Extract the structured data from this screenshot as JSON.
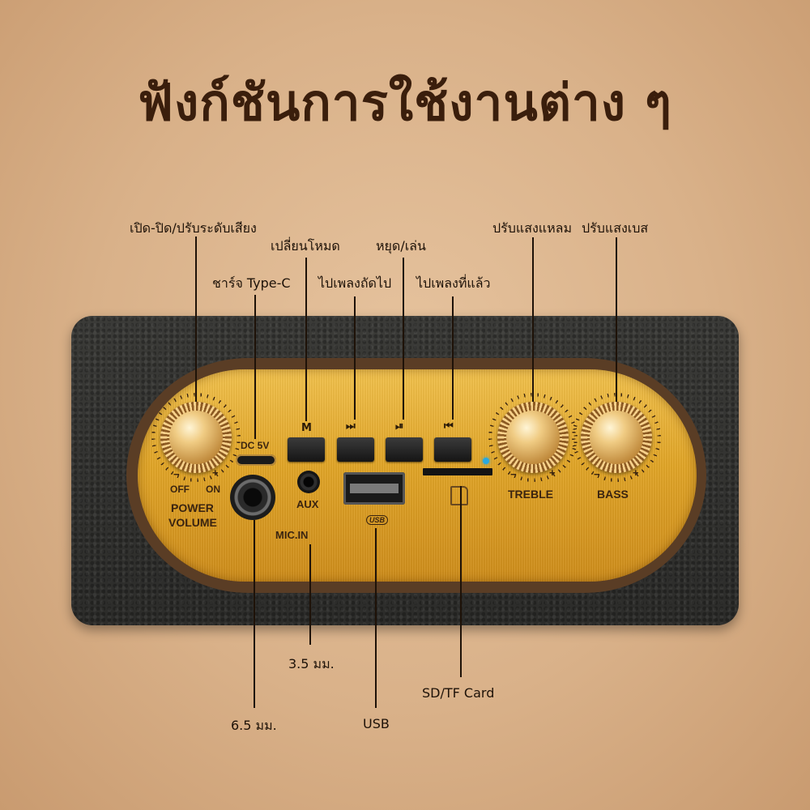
{
  "title": "ฟังก์ชันการใช้งานต่าง ๆ",
  "callouts": {
    "power_volume": "เปิด-ปิด/ปรับระดับเสียง",
    "mode": "เปลี่ยนโหมด",
    "pause_play": "หยุด/เล่น",
    "treble": "ปรับแสงแหลม",
    "bass": "ปรับแสงเบส",
    "type_c": "ชาร์จ Type-C",
    "next_track": "ไปเพลงถัดไป",
    "prev_track": "ไปเพลงที่แล้ว",
    "aux_size": "3.5 มม.",
    "mic_size": "6.5 มม.",
    "usb": "USB",
    "sd_card": "SD/TF Card"
  },
  "panel": {
    "dc_label": "DC 5V",
    "mode_btn": "M",
    "next_btn": "⏭",
    "play_btn": "⏯",
    "prev_btn": "⏮",
    "minus": "−",
    "plus": "+",
    "off": "OFF",
    "on": "ON",
    "power": "POWER",
    "volume": "VOLUME",
    "aux": "AUX",
    "mic_in": "MIC.IN",
    "usb_logo": "USB",
    "treble": "TREBLE",
    "bass": "BASS"
  },
  "colors": {
    "background": "#d9b189",
    "title": "#3a1e0c",
    "panel_gold": "#e2a628",
    "housing": "#2c2c2a",
    "indicator": "#2aa9e0"
  }
}
